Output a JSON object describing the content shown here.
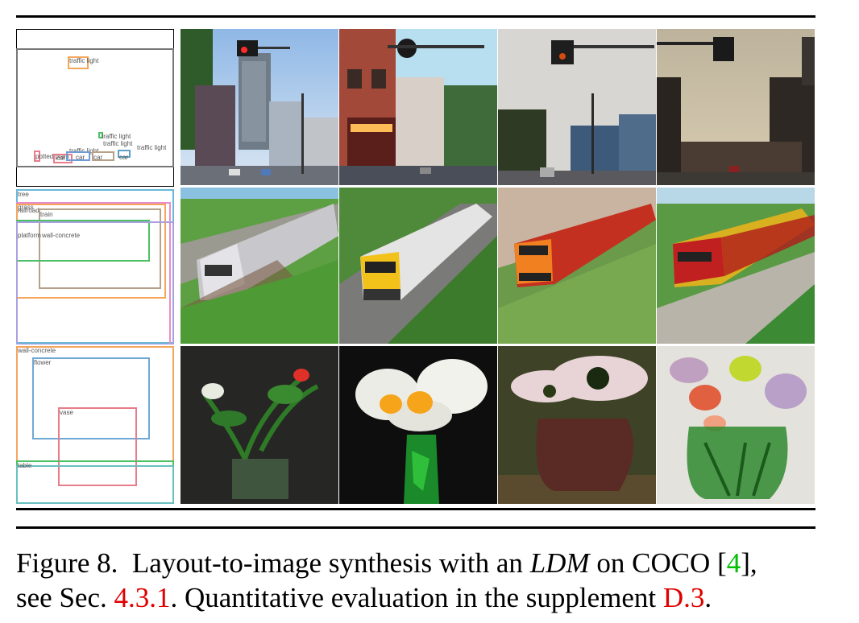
{
  "figure": {
    "layouts": [
      {
        "name": "street",
        "labels": [
          "traffic light",
          "traffic light",
          "traffic light",
          "traffic light",
          "traffic light",
          "potted plant",
          "car",
          "car",
          "car",
          "car"
        ]
      },
      {
        "name": "train",
        "labels": [
          "tree",
          "grass",
          "railroad",
          "train",
          "platform",
          "wall-concrete"
        ]
      },
      {
        "name": "vase",
        "labels": [
          "wall-concrete",
          "flower",
          "vase",
          "table"
        ]
      }
    ],
    "rows": [
      [
        "street scene with traffic light and tall buildings",
        "street with brick building and traffic light",
        "street scene under overcast sky",
        "street at dusk with traffic light"
      ],
      [
        "silver train on tracks beside grass",
        "yellow-front train on tracks",
        "orange and red train on tracks",
        "red and yellow high-speed train"
      ],
      [
        "green plant with white flowers in glass vase",
        "white flowers in green vase",
        "pink daisies in dark vase",
        "colorful bouquet in glass vase"
      ]
    ]
  },
  "caption": {
    "prefix": "Figure 8.",
    "text1": "Layout-to-image synthesis with an",
    "ldm": "LDM",
    "text2": "on COCO [",
    "ref": "4",
    "text3": "],",
    "text4": "see Sec.",
    "sec": "4.3.1",
    "text5": ". Quantitative evaluation in the supplement",
    "supp": "D.3",
    "text6": "."
  }
}
